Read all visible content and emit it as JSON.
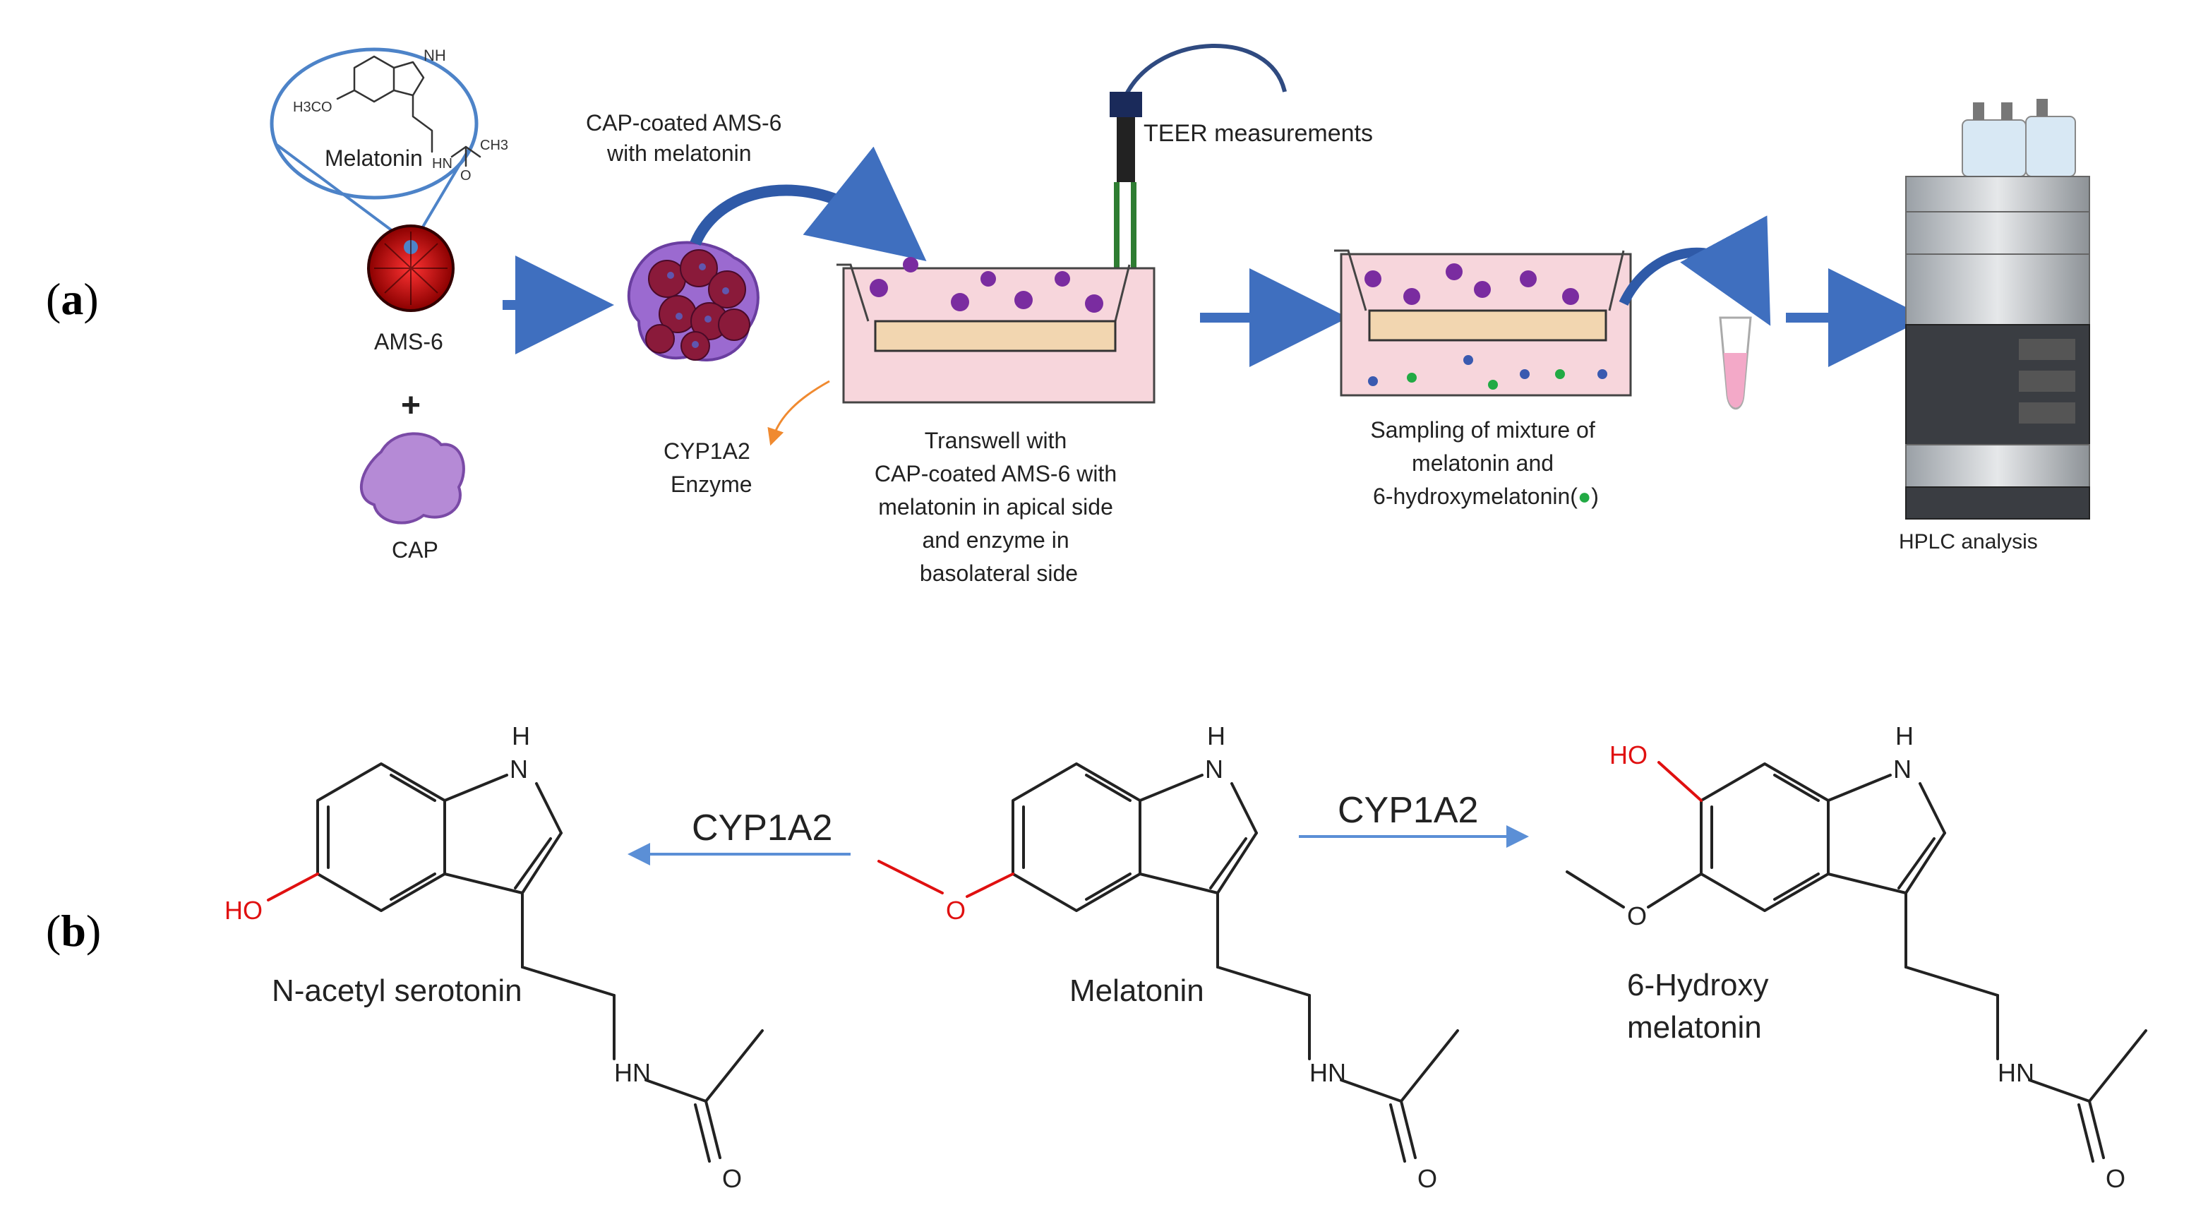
{
  "panel_a": {
    "label": "a",
    "melatonin_inset": {
      "name": "Melatonin",
      "nh": "NH",
      "h3co": "H3CO",
      "hn": "HN",
      "ch3": "CH3",
      "o": "O"
    },
    "ams6": "AMS-6",
    "plus": "+",
    "cap": "CAP",
    "cap_coated": "CAP-coated AMS-6\nwith melatonin",
    "teer": "TEER measurements",
    "enzyme": "CYP1A2\nEnzyme",
    "transwell": "Transwell with\nCAP-coated AMS-6 with\nmelatonin in apical side\nand enzyme in\nbasolateral side",
    "sampling": "Sampling of mixture of\nmelatonin and\n6-hydroxymelatonin(●)",
    "hplc": "HPLC analysis"
  },
  "panel_b": {
    "label": "b",
    "left_name": "N-acetyl serotonin",
    "center_name": "Melatonin",
    "right_name": "6-Hydroxy\nmelatonin",
    "enzyme_left": "CYP1A2",
    "enzyme_right": "CYP1A2",
    "atoms": {
      "H": "H",
      "N": "N",
      "HO": "HO",
      "O": "O",
      "HN": "HN"
    }
  },
  "colors": {
    "arrow_blue": "#3f6fbf",
    "reaction_arrow": "#5b8fd6",
    "heteroatom_red": "#e01010",
    "medium_pink": "#f7d6dc",
    "particle_purple": "#7a2ca0",
    "enzyme_orange": "#f08a30"
  }
}
